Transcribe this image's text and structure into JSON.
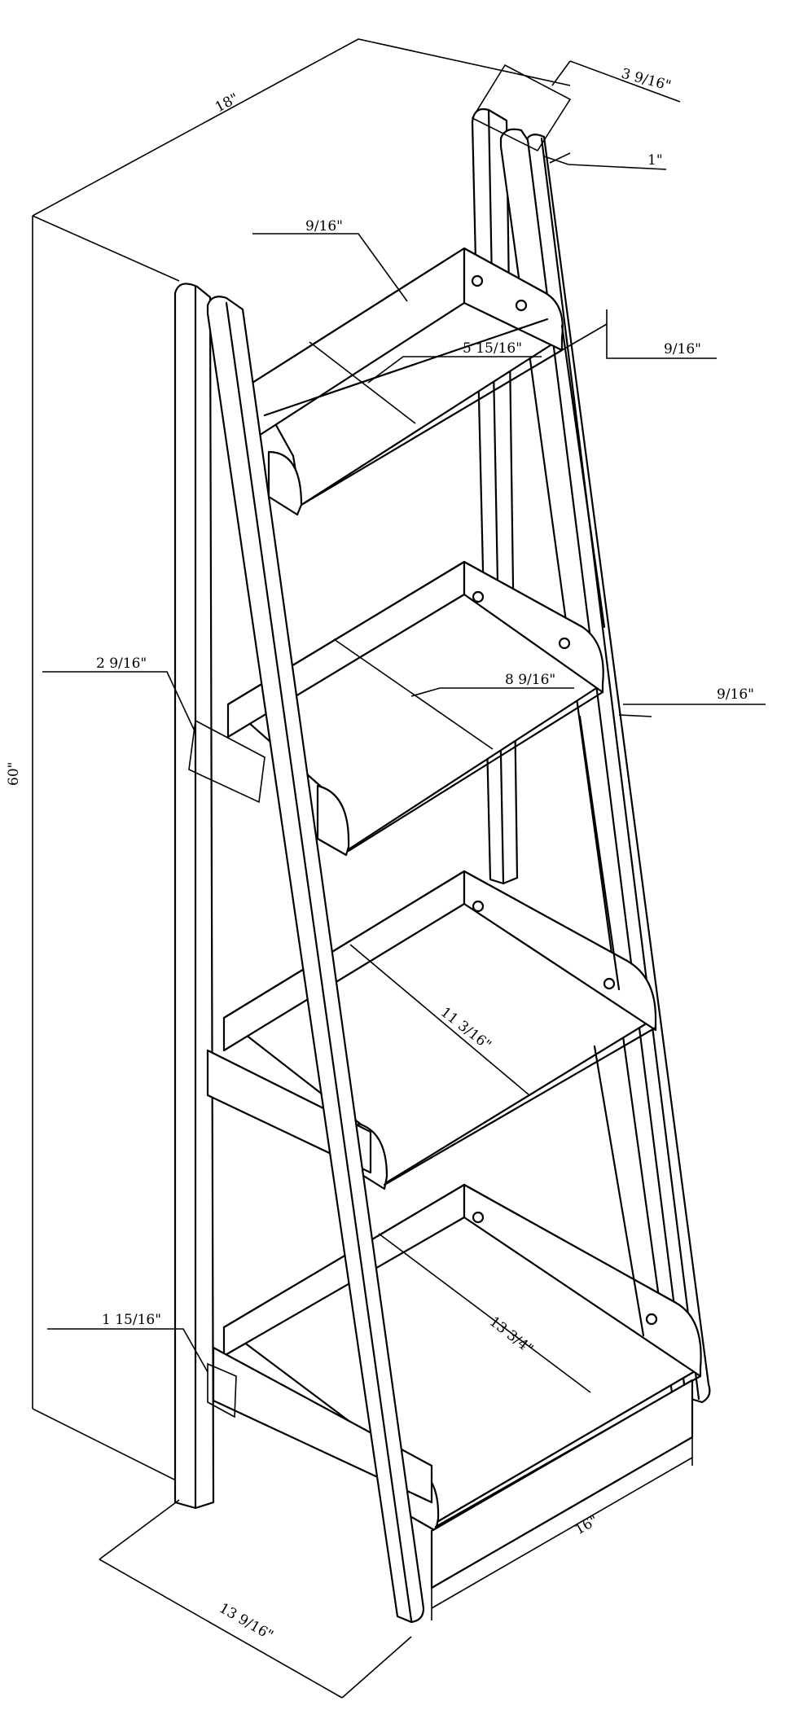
{
  "dimensions": {
    "width_18": "18\"",
    "depth_3_9_16": "3 9/16\"",
    "thick_1": "1\"",
    "top_9_16": "9/16\"",
    "shelf1_5_15_16": "5 15/16\"",
    "right_9_16_a": "9/16\"",
    "left_2_9_16": "2 9/16\"",
    "shelf2_8_9_16": "8 9/16\"",
    "right_9_16_b": "9/16\"",
    "height_60": "60\"",
    "shelf3_11_3_16": "11 3/16\"",
    "shelf4_13_3_4": "13 3/4\"",
    "left_1_15_16": "1 15/16\"",
    "bottom_16": "16\"",
    "base_13_9_16": "13 9/16\""
  }
}
